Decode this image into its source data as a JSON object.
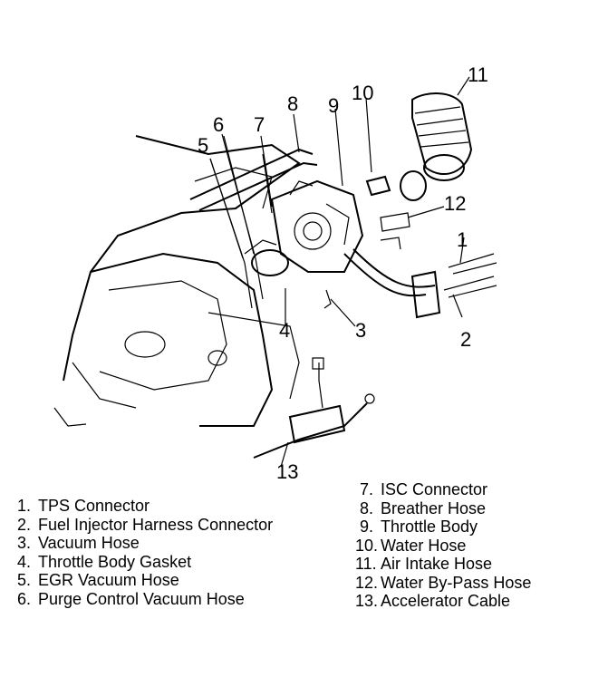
{
  "callouts": [
    {
      "num": "1"
    },
    {
      "num": "2"
    },
    {
      "num": "3"
    },
    {
      "num": "4"
    },
    {
      "num": "5"
    },
    {
      "num": "6"
    },
    {
      "num": "7"
    },
    {
      "num": "8"
    },
    {
      "num": "9"
    },
    {
      "num": "10"
    },
    {
      "num": "11"
    },
    {
      "num": "12"
    },
    {
      "num": "13"
    }
  ],
  "legend_left": [
    {
      "num": "1.",
      "label": "TPS Connector"
    },
    {
      "num": "2.",
      "label": "Fuel Injector Harness Connector"
    },
    {
      "num": "3.",
      "label": "Vacuum Hose"
    },
    {
      "num": "4.",
      "label": "Throttle Body Gasket"
    },
    {
      "num": "5.",
      "label": "EGR Vacuum Hose"
    },
    {
      "num": "6.",
      "label": "Purge Control Vacuum Hose"
    }
  ],
  "legend_right": [
    {
      "num": "7.",
      "label": "ISC Connector"
    },
    {
      "num": "8.",
      "label": "Breather Hose"
    },
    {
      "num": "9.",
      "label": "Throttle Body"
    },
    {
      "num": "10.",
      "label": "Water Hose"
    },
    {
      "num": "11.",
      "label": "Air Intake Hose"
    },
    {
      "num": "12.",
      "label": "Water By-Pass Hose"
    },
    {
      "num": "13.",
      "label": "Accelerator Cable"
    }
  ]
}
